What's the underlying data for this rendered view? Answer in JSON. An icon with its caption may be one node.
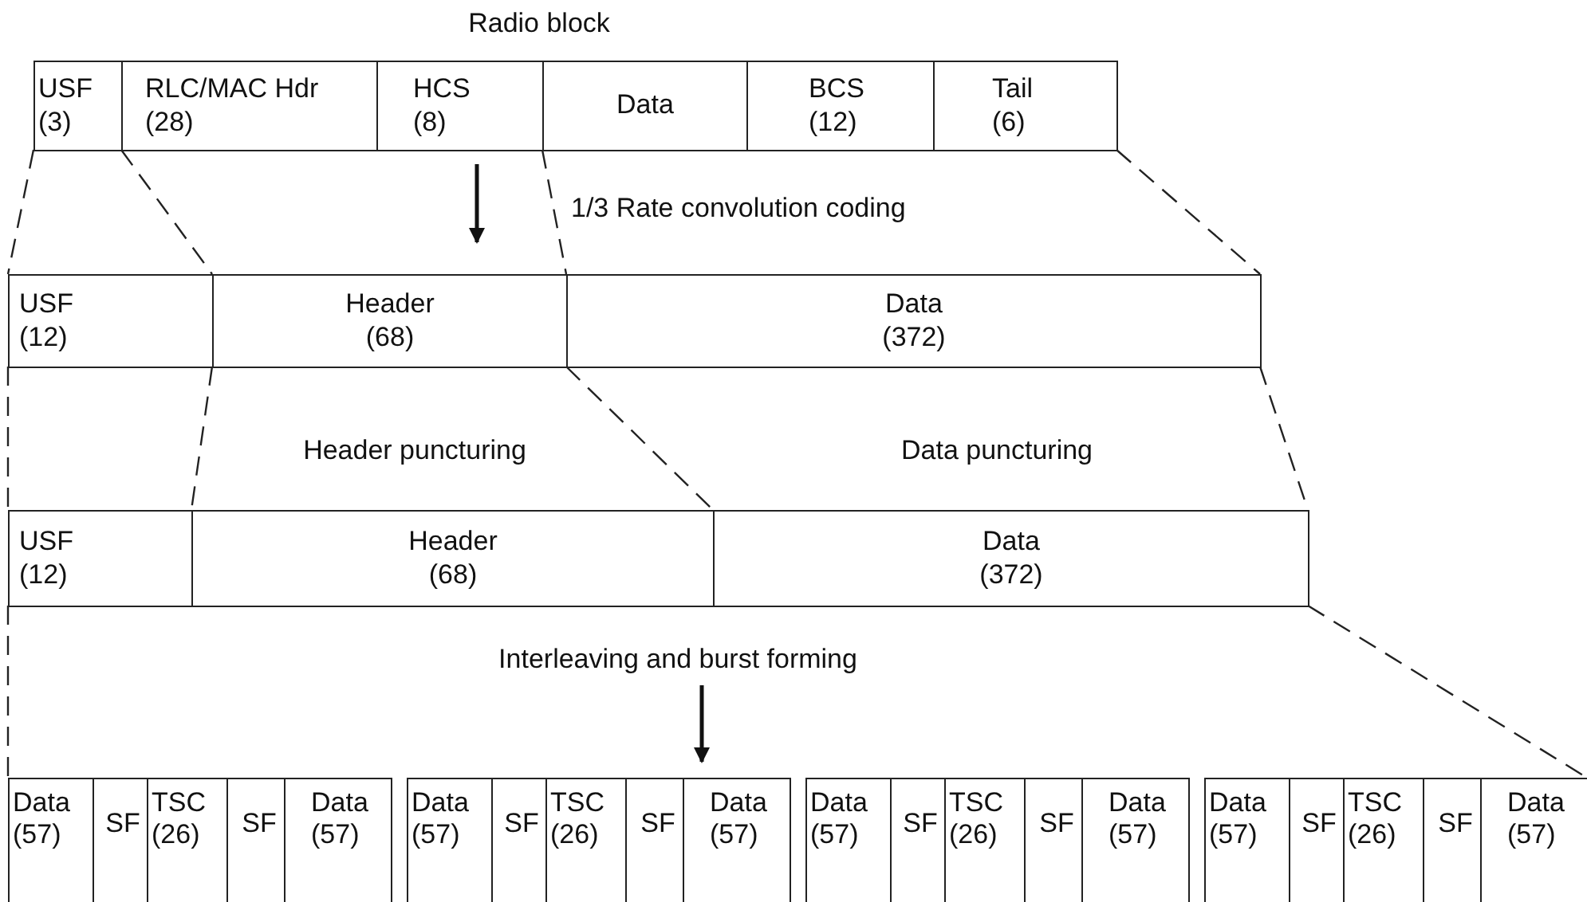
{
  "diagram": {
    "title": "Radio block",
    "nodes": [
      {
        "text": [
          "USF",
          "(3)"
        ]
      },
      {
        "text": [
          "RLC/MAC Hdr",
          "(28)"
        ]
      },
      {
        "text": [
          "HCS",
          "(8)"
        ]
      },
      {
        "text": [
          "Data"
        ]
      },
      {
        "text": [
          "BCS",
          "(12)"
        ]
      },
      {
        "text": [
          "Tail",
          "(6)"
        ]
      },
      {
        "text": [
          "USF",
          "(12)"
        ]
      },
      {
        "text": [
          "Header",
          "(68)"
        ]
      },
      {
        "text": [
          "Data",
          "(372)"
        ]
      },
      {
        "text": [
          "USF",
          "(12)"
        ]
      },
      {
        "text": [
          "Header",
          "(68)"
        ]
      },
      {
        "text": [
          "Data",
          "(372)"
        ]
      },
      {
        "text": [
          "Data",
          "(57)"
        ]
      },
      {
        "text": [
          "SF"
        ]
      },
      {
        "text": [
          "TSC",
          "(26)"
        ]
      },
      {
        "text": [
          "SF"
        ]
      },
      {
        "text": [
          "Data",
          "(57)"
        ]
      },
      {
        "text": [
          "Data",
          "(57)"
        ]
      },
      {
        "text": [
          "SF"
        ]
      },
      {
        "text": [
          "TSC",
          "(26)"
        ]
      },
      {
        "text": [
          "SF"
        ]
      },
      {
        "text": [
          "Data",
          "(57)"
        ]
      },
      {
        "text": [
          "Data",
          "(57)"
        ]
      },
      {
        "text": [
          "SF"
        ]
      },
      {
        "text": [
          "TSC",
          "(26)"
        ]
      },
      {
        "text": [
          "SF"
        ]
      },
      {
        "text": [
          "Data",
          "(57)"
        ]
      },
      {
        "text": [
          "Data",
          "(57)"
        ]
      },
      {
        "text": [
          "SF"
        ]
      },
      {
        "text": [
          "TSC",
          "(26)"
        ]
      },
      {
        "text": [
          "SF"
        ]
      },
      {
        "text": [
          "Data",
          "(57)"
        ]
      }
    ],
    "edges": [
      {
        "from": 0,
        "to": 6,
        "arrow": "none",
        "style": "dashed"
      },
      {
        "from": 0,
        "to": 6,
        "arrow": "none",
        "style": "dashed"
      },
      {
        "from": 2,
        "to": 7,
        "arrow": "none",
        "style": "dashed"
      },
      {
        "from": 5,
        "to": 8,
        "arrow": "none",
        "style": "dashed"
      },
      {
        "from": 6,
        "to": 9,
        "arrow": "none",
        "style": "dashed"
      },
      {
        "from": 6,
        "to": 9,
        "arrow": "none",
        "style": "dashed"
      },
      {
        "from": 7,
        "to": 10,
        "arrow": "none",
        "style": "dashed"
      },
      {
        "from": 8,
        "to": 11,
        "arrow": "none",
        "style": "dashed"
      },
      {
        "from": 9,
        "to": 12,
        "arrow": "none",
        "style": "dashed"
      },
      {
        "from": 11,
        "to": 31,
        "arrow": "none",
        "style": "dashed"
      }
    ],
    "labels": [
      "1/3 Rate convolution coding",
      "Header puncturing",
      "Data puncturing",
      "Interleaving and burst forming"
    ]
  }
}
